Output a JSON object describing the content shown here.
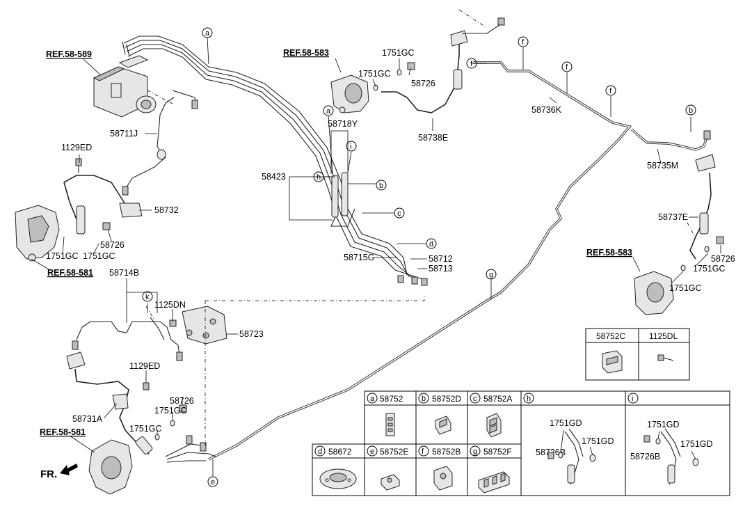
{
  "references": {
    "abs_unit": "REF.58-589",
    "front_right_caliper": "REF.58-583",
    "front_left_caliper": "REF.58-581",
    "rear_right_caliper": "REF.58-583",
    "rear_left_caliper": "REF.58-581"
  },
  "parts": {
    "p58711J": "58711J",
    "p1129ED_top": "1129ED",
    "p58732": "58732",
    "p58726_left": "58726",
    "p1751GC_left1": "1751GC",
    "p1751GC_left2": "1751GC",
    "p1751GC_fr1": "1751GC",
    "p1751GC_fr2": "1751GC",
    "p58726_fr": "58726",
    "p58738E": "58738E",
    "p58718Y": "58718Y",
    "p58423": "58423",
    "p58715G": "58715G",
    "p58712": "58712",
    "p58713": "58713",
    "p58736K": "58736K",
    "p58735M": "58735M",
    "p58737E": "58737E",
    "p58726_rr": "58726",
    "p1751GC_rr1": "1751GC",
    "p1751GC_rr2": "1751GC",
    "p58714B": "58714B",
    "p1125DN": "1125DN",
    "p58723": "58723",
    "p1129ED_bot": "1129ED",
    "p58726_rl": "58726",
    "p1751GC_rl1": "1751GC",
    "p1751GC_rl2": "1751GC",
    "p58731A": "58731A"
  },
  "callouts": {
    "a": "a",
    "b": "b",
    "c": "c",
    "d": "d",
    "e": "e",
    "f": "f",
    "g": "g",
    "h": "h",
    "i": "i",
    "k": "k"
  },
  "direction": "FR.",
  "small_table": {
    "col1": "58752C",
    "col2": "1125DL"
  },
  "legend": {
    "a": {
      "letter": "a",
      "part": "58752"
    },
    "b": {
      "letter": "b",
      "part": "58752D"
    },
    "c": {
      "letter": "c",
      "part": "58752A"
    },
    "d": {
      "letter": "d",
      "part": "58672"
    },
    "e": {
      "letter": "e",
      "part": "58752E"
    },
    "f": {
      "letter": "f",
      "part": "58752B"
    },
    "g": {
      "letter": "g",
      "part": "58752F"
    },
    "h": {
      "letter": "h",
      "p1": "1751GD",
      "p2": "1751GD",
      "p3": "58726B"
    },
    "i": {
      "letter": "i",
      "p1": "1751GD",
      "p2": "1751GD",
      "p3": "58726B"
    }
  }
}
